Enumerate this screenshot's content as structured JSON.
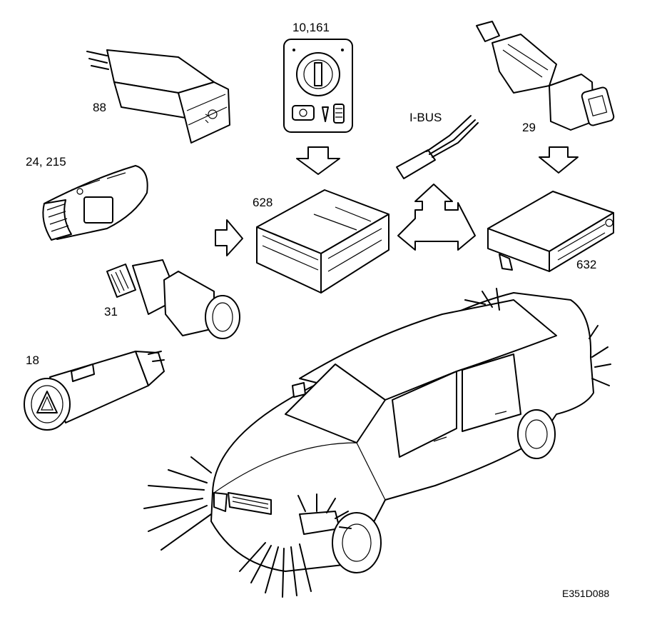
{
  "labels": {
    "fog_switch": "88",
    "light_switch": "10,161",
    "brake_switch": "29",
    "ibus": "I-BUS",
    "stalk_switch": "24, 215",
    "control_module_main": "628",
    "control_module_secondary": "632",
    "oil_pressure_sensor": "31",
    "hazard_switch": "18",
    "figure_ref": "E351D088"
  }
}
